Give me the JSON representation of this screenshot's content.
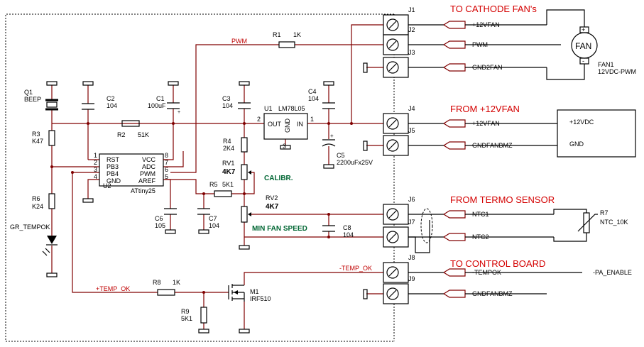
{
  "headings": {
    "cathode": "TO CATHODE FAN's",
    "from12v": "FROM  +12VFAN",
    "termo": "FROM TERMO SENSOR",
    "control": "TO CONTROL BOARD"
  },
  "nets": {
    "pwm": "PWM",
    "temp_ok_neg": "-TEMP_OK",
    "temp_ok_pos": "+TEMP_OK"
  },
  "components": {
    "q1": {
      "ref": "Q1",
      "value": "BEEP"
    },
    "c2": {
      "ref": "C2",
      "value": "104"
    },
    "c1": {
      "ref": "C1",
      "value": "100uF"
    },
    "r1": {
      "ref": "R1",
      "value": "1K"
    },
    "c3": {
      "ref": "C3",
      "value": "104"
    },
    "u1": {
      "ref": "U1",
      "value": "LM78L05",
      "pin_out": "OUT",
      "pin_gnd": "GND",
      "pin_in": "IN",
      "pin2": "2",
      "pin1": "1",
      "pin3": "3"
    },
    "c4": {
      "ref": "C4",
      "value": "104"
    },
    "r3": {
      "ref": "R3",
      "value": "K47"
    },
    "r2": {
      "ref": "R2",
      "value": "51K"
    },
    "r4": {
      "ref": "R4",
      "value": "2K4"
    },
    "c5": {
      "ref": "C5",
      "value": "2200uFx25V"
    },
    "rv1": {
      "ref": "RV1",
      "value": "4K7",
      "label": "CALIBR."
    },
    "rv2": {
      "ref": "RV2",
      "value": "4K7",
      "label": "MIN FAN SPEED"
    },
    "r5": {
      "ref": "R5",
      "value": "5K1"
    },
    "u2": {
      "ref": "U2",
      "value": "ATtiny25",
      "pins_left": [
        "RST",
        "PB3",
        "PB4",
        "GND"
      ],
      "pins_right": [
        "VCC",
        "ADC",
        "PWM",
        "AREF"
      ],
      "num_left": [
        "1",
        "2",
        "3",
        "4"
      ],
      "num_right": [
        "8",
        "7",
        "6",
        "5"
      ]
    },
    "r6": {
      "ref": "R6",
      "value": "K24"
    },
    "led": {
      "label": "GR_TEMPOK"
    },
    "c6": {
      "ref": "C6",
      "value": "105"
    },
    "c7": {
      "ref": "C7",
      "value": "104"
    },
    "c8": {
      "ref": "C8",
      "value": "104"
    },
    "r8": {
      "ref": "R8",
      "value": "1K"
    },
    "r9": {
      "ref": "R9",
      "value": "5K1"
    },
    "m1": {
      "ref": "M1",
      "value": "IRF510"
    },
    "fan": {
      "ref": "FAN1",
      "value": "12VDC-PWM",
      "label": "FAN",
      "plus": "+",
      "minus": "-"
    },
    "r7": {
      "ref": "R7",
      "value": "NTC_10K"
    },
    "psu": {
      "plus": "+12VDC",
      "gnd": "GND"
    }
  },
  "connectors": [
    {
      "ref": "J1",
      "signal": "+12VFAN"
    },
    {
      "ref": "J2",
      "signal": "PWM"
    },
    {
      "ref": "J3",
      "signal": "GND2FAN"
    },
    {
      "ref": "J4",
      "signal": "+12VFAN"
    },
    {
      "ref": "J5",
      "signal": "GNDFANBMZ"
    },
    {
      "ref": "J6",
      "signal": "NTC1"
    },
    {
      "ref": "J7",
      "signal": "NTC2"
    },
    {
      "ref": "J8",
      "signal": "-TEMPOK"
    },
    {
      "ref": "J9",
      "signal": "GNDFANBMZ"
    }
  ],
  "control_board_signal": "-PA_ENABLE"
}
